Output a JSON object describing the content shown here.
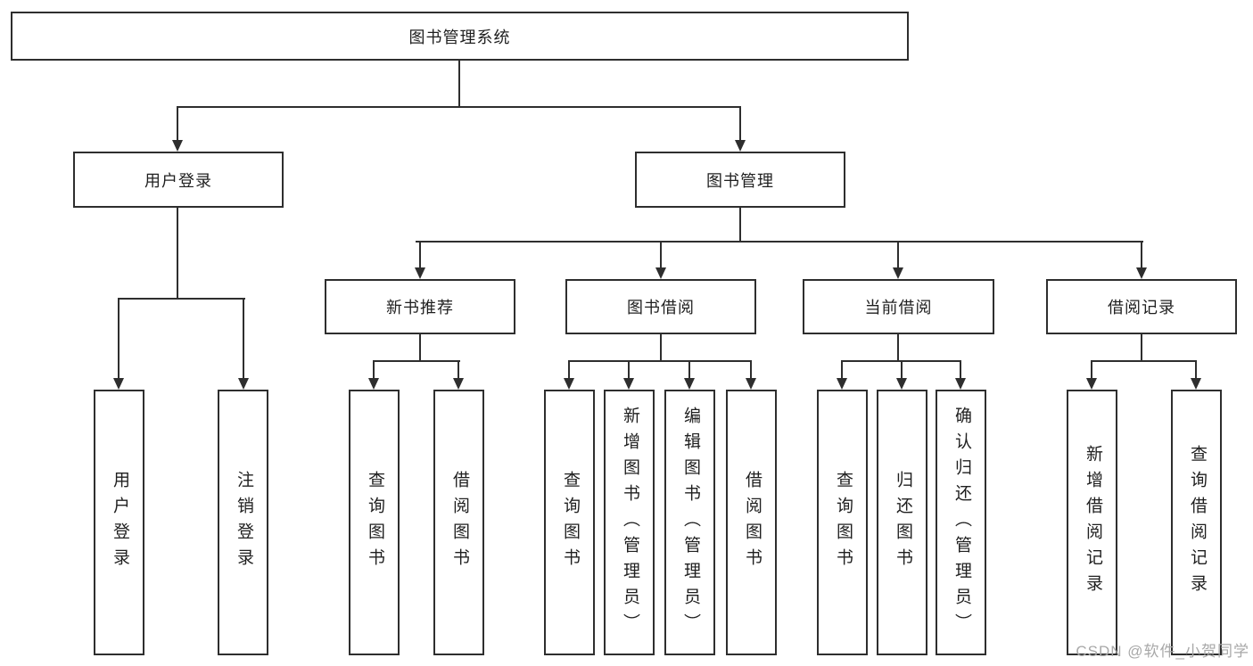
{
  "watermark": {
    "text": "CSDN @软件_小贺同学",
    "color": "#a8a8a8"
  },
  "colors": {
    "line": "#2e2e2e",
    "box_border": "#2e2e2e",
    "text": "#1f1f1f",
    "background": "#ffffff"
  },
  "tree": {
    "root": {
      "label": "图书管理系统"
    },
    "branches": [
      {
        "label": "用户登录",
        "children": [
          {
            "label": "用户登录"
          },
          {
            "label": "注销登录"
          }
        ]
      },
      {
        "label": "图书管理",
        "groups": [
          {
            "label": "新书推荐",
            "children": [
              {
                "label": "查询图书"
              },
              {
                "label": "借阅图书"
              }
            ]
          },
          {
            "label": "图书借阅",
            "children": [
              {
                "label": "查询图书"
              },
              {
                "label": "新增图书（管理员）"
              },
              {
                "label": "编辑图书（管理员）"
              },
              {
                "label": "借阅图书"
              }
            ]
          },
          {
            "label": "当前借阅",
            "children": [
              {
                "label": "查询图书"
              },
              {
                "label": "归还图书"
              },
              {
                "label": "确认归还（管理员）"
              }
            ]
          },
          {
            "label": "借阅记录",
            "children": [
              {
                "label": "新增借阅记录"
              },
              {
                "label": "查询借阅记录"
              }
            ]
          }
        ]
      }
    ]
  }
}
